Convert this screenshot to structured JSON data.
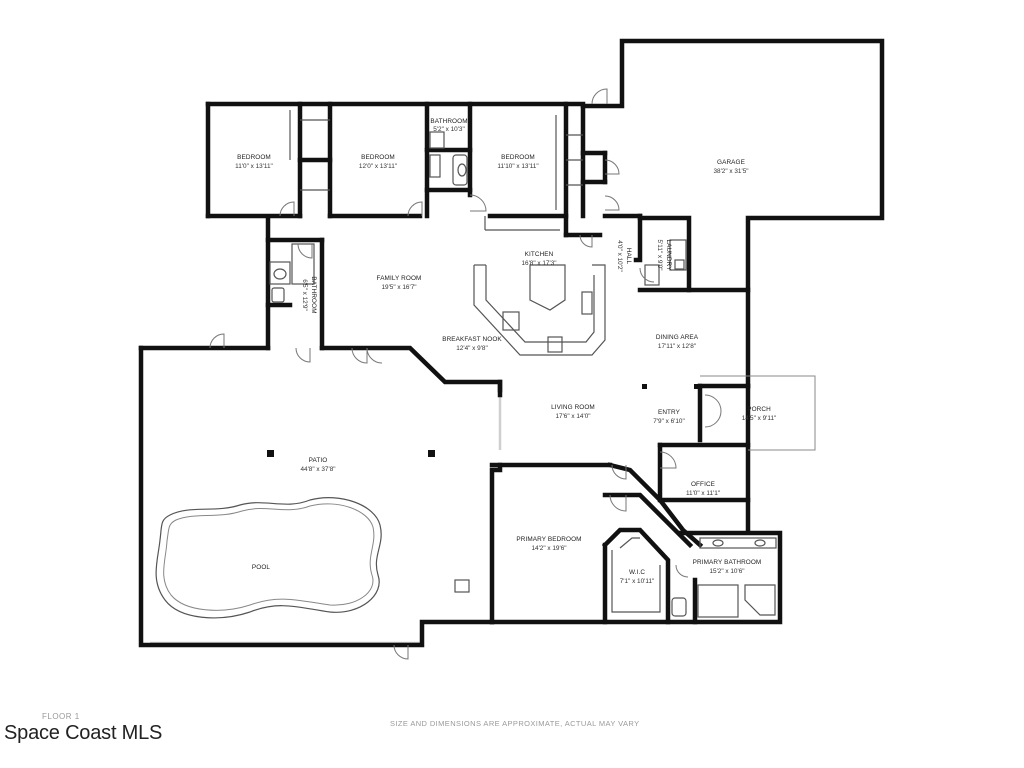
{
  "plan": {
    "rooms": {
      "bedroom1": {
        "name": "BEDROOM",
        "dims": "11'0\" x 13'11\""
      },
      "bedroom2": {
        "name": "BEDROOM",
        "dims": "12'0\" x 13'11\""
      },
      "bathroom_top": {
        "name": "BATHROOM",
        "dims": "5'2\" x 10'3\""
      },
      "bedroom3": {
        "name": "BEDROOM",
        "dims": "11'10\" x 13'11\""
      },
      "garage": {
        "name": "GARAGE",
        "dims": "38'2\" x 31'5\""
      },
      "family_room": {
        "name": "FAMILY ROOM",
        "dims": "19'5\" x 16'7\""
      },
      "kitchen": {
        "name": "KITCHEN",
        "dims": "16'8\" x 17'3\""
      },
      "hall": {
        "name": "HALL",
        "dims": "4'0\" x 10'2\""
      },
      "laundry": {
        "name": "LAUNDRY",
        "dims": "5'11\" x 9'0\""
      },
      "bathroom_side": {
        "name": "BATHROOM",
        "dims": "6'5\" x 12'9\""
      },
      "breakfast_nook": {
        "name": "BREAKFAST NOOK",
        "dims": "12'4\" x 9'8\""
      },
      "dining_area": {
        "name": "DINING AREA",
        "dims": "17'11\" x 12'8\""
      },
      "living_room": {
        "name": "LIVING ROOM",
        "dims": "17'6\" x 14'0\""
      },
      "entry": {
        "name": "ENTRY",
        "dims": "7'9\" x 6'10\""
      },
      "porch": {
        "name": "PORCH",
        "dims": "14'5\" x 9'11\""
      },
      "patio": {
        "name": "PATIO",
        "dims": "44'8\" x 37'8\""
      },
      "pool": {
        "name": "POOL",
        "dims": ""
      },
      "office": {
        "name": "OFFICE",
        "dims": "11'0\" x 11'1\""
      },
      "primary_bedroom": {
        "name": "PRIMARY BEDROOM",
        "dims": "14'2\" x 19'6\""
      },
      "wic": {
        "name": "W.I.C",
        "dims": "7'1\" x 10'11\""
      },
      "primary_bathroom": {
        "name": "PRIMARY BATHROOM",
        "dims": "15'2\" x 10'6\""
      }
    }
  },
  "footer": {
    "floor_label": "FLOOR 1",
    "brand": "Space Coast MLS",
    "disclaimer": "SIZE AND DIMENSIONS ARE APPROXIMATE, ACTUAL MAY VARY"
  }
}
